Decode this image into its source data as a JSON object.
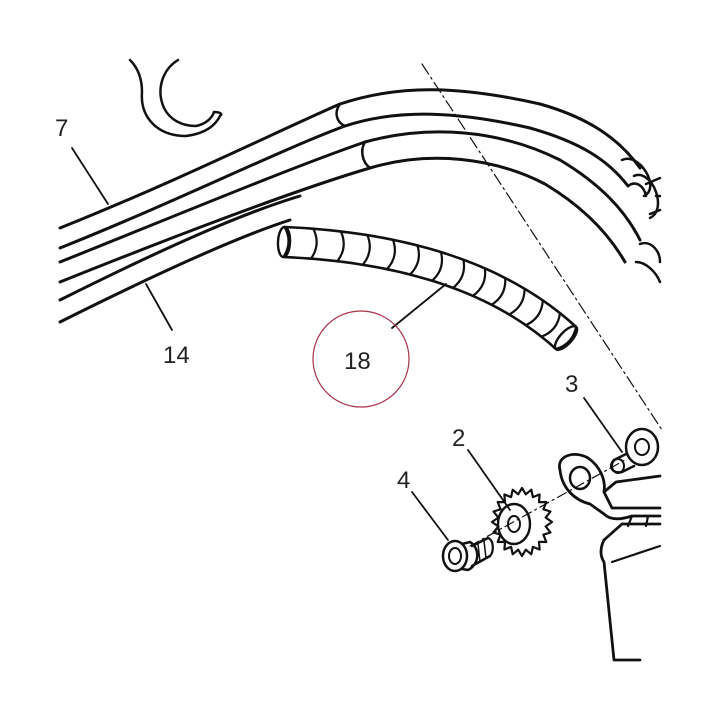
{
  "callouts": {
    "c7": "7",
    "c14": "14",
    "c18": "18",
    "c3": "3",
    "c2": "2",
    "c4": "4"
  },
  "colors": {
    "line": "#111111",
    "highlight_circle": "#a8324a"
  }
}
